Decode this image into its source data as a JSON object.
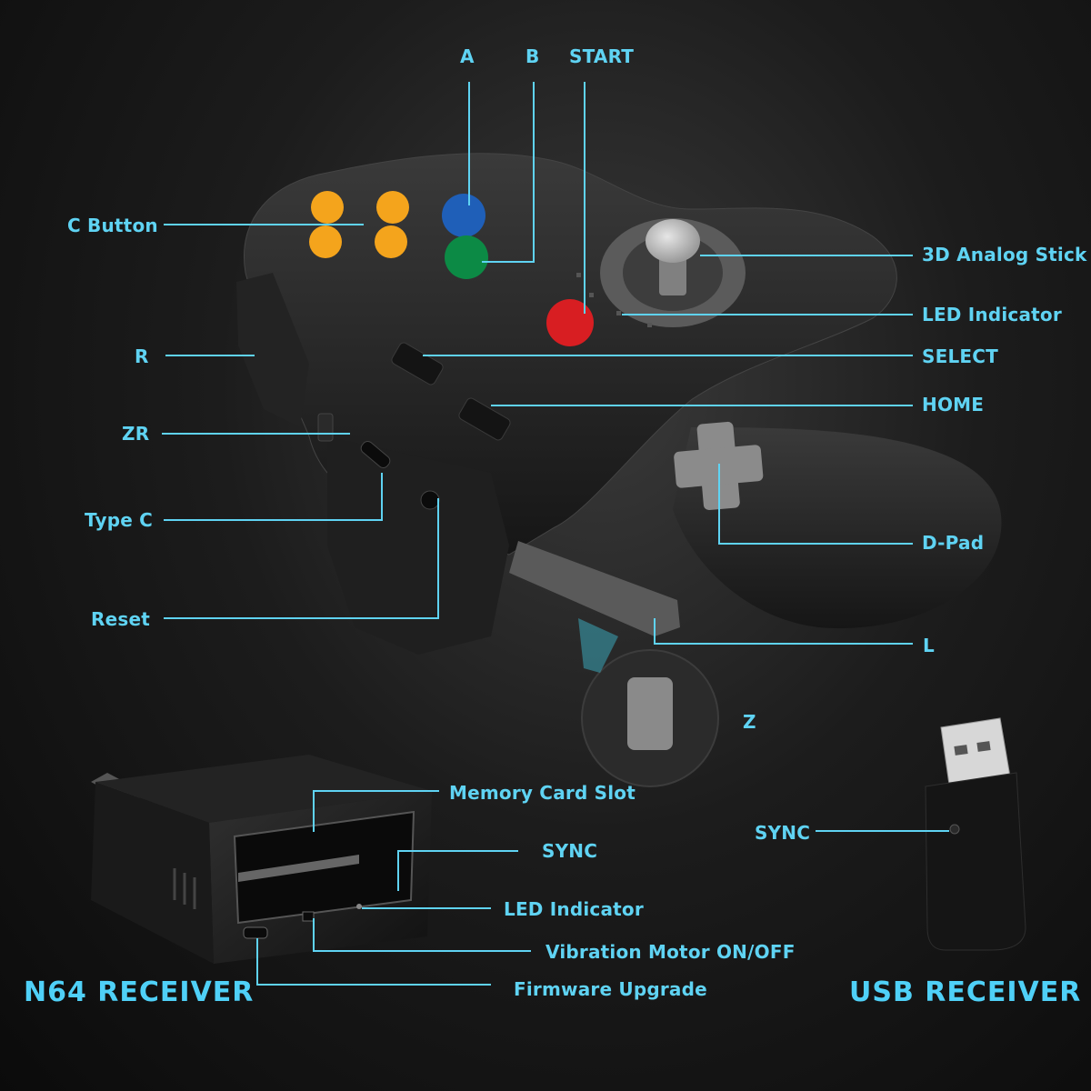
{
  "labels": {
    "c_button": "C Button",
    "r": "R",
    "zr": "ZR",
    "type_c": "Type C",
    "reset": "Reset",
    "a": "A",
    "b": "B",
    "start": "START",
    "analog_stick": "3D Analog Stick",
    "led_indicator": "LED Indicator",
    "select": "SELECT",
    "home": "HOME",
    "dpad": "D-Pad",
    "l": "L",
    "z": "Z",
    "memory_card_slot": "Memory Card Slot",
    "sync": "SYNC",
    "led_indicator_receiver": "LED Indicator",
    "vibration_motor": "Vibration Motor ON/OFF",
    "firmware_upgrade": "Firmware Upgrade",
    "sync_usb": "SYNC"
  },
  "headings": {
    "n64_receiver": "N64 RECEIVER",
    "usb_receiver": "USB RECEIVER"
  },
  "colors": {
    "label": "#5fd3f3",
    "heading": "#4fd0f7",
    "a_button": "#1f5fb8",
    "b_button": "#0c8a45",
    "start_button": "#d81e22",
    "c_buttons": "#f4a41c",
    "controller_body": "#2a2a2a"
  }
}
